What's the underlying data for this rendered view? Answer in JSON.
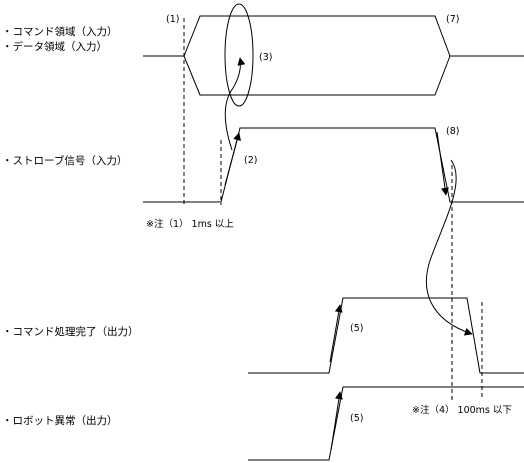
{
  "signals": {
    "command_area": "・コマンド領域（入力）",
    "data_area": "・データ領域（入力）",
    "strobe": "・ストローブ信号（入力）",
    "command_done": "・コマンド処理完了（出力）",
    "robot_error": "・ロボット異常（出力）"
  },
  "annotations": {
    "n1": "(1)",
    "n2": "(2)",
    "n3": "(3)",
    "n5a": "(5)",
    "n5b": "(5)",
    "n7": "(7)",
    "n8": "(8)",
    "note1": "※注（1） 1ms 以上",
    "note4": "※注（4） 100ms 以下"
  }
}
